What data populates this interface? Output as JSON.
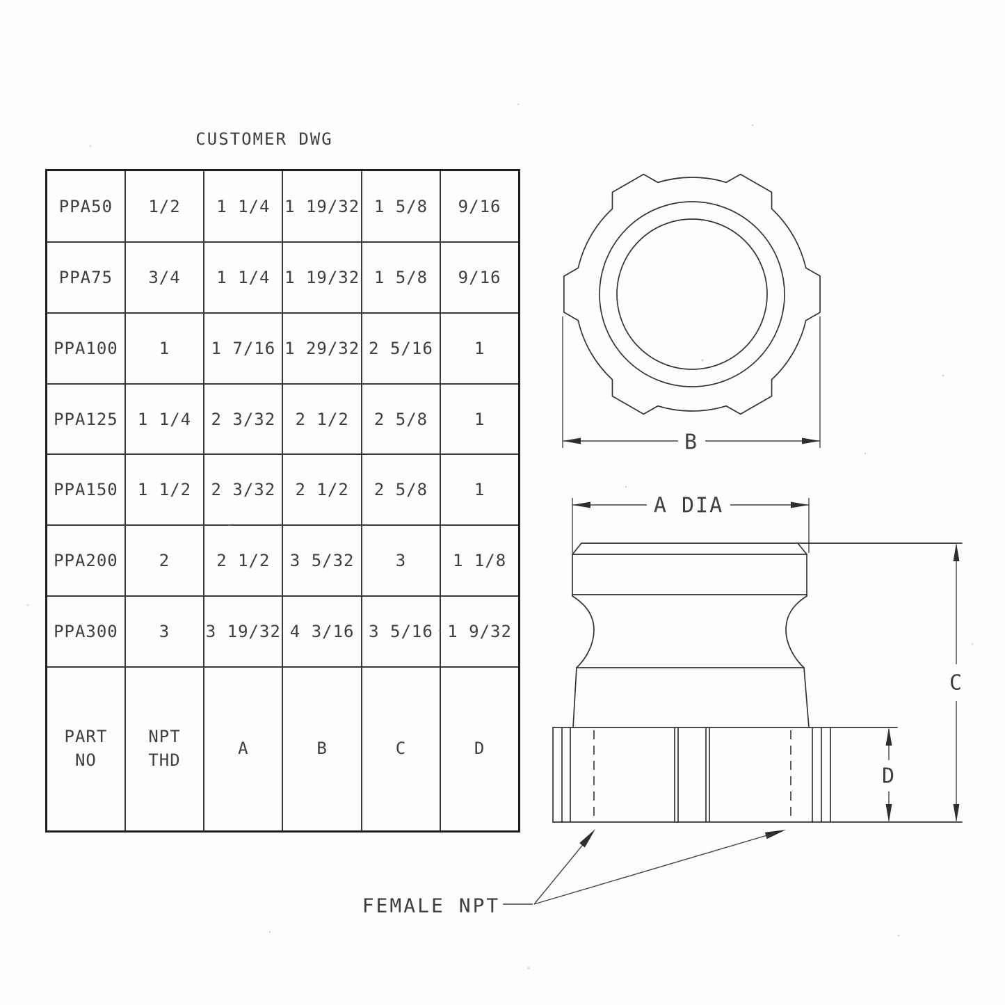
{
  "title": "CUSTOMER DWG",
  "table": {
    "header": [
      "PART\nNO",
      "NPT\nTHD",
      "A",
      "B",
      "C",
      "D"
    ],
    "rows": [
      [
        "PPA50",
        "1/2",
        "1 1/4",
        "1 19/32",
        "1 5/8",
        "9/16"
      ],
      [
        "PPA75",
        "3/4",
        "1 1/4",
        "1 19/32",
        "1 5/8",
        "9/16"
      ],
      [
        "PPA100",
        "1",
        "1 7/16",
        "1 29/32",
        "2 5/16",
        "1"
      ],
      [
        "PPA125",
        "1 1/4",
        "2 3/32",
        "2 1/2",
        "2 5/8",
        "1"
      ],
      [
        "PPA150",
        "1 1/2",
        "2 3/32",
        "2 1/2",
        "2 5/8",
        "1"
      ],
      [
        "PPA200",
        "2",
        "2 1/2",
        "3 5/32",
        "3",
        "1 1/8"
      ],
      [
        "PPA300",
        "3",
        "3 19/32",
        "4 3/16",
        "3 5/16",
        "1 9/32"
      ]
    ]
  },
  "drawing": {
    "dim_a": "A DIA",
    "dim_b": "B",
    "dim_c": "C",
    "dim_d": "D",
    "leader_label": "FEMALE NPT"
  },
  "colors": {
    "ink": "#333333",
    "paper": "#fdfdfd"
  }
}
